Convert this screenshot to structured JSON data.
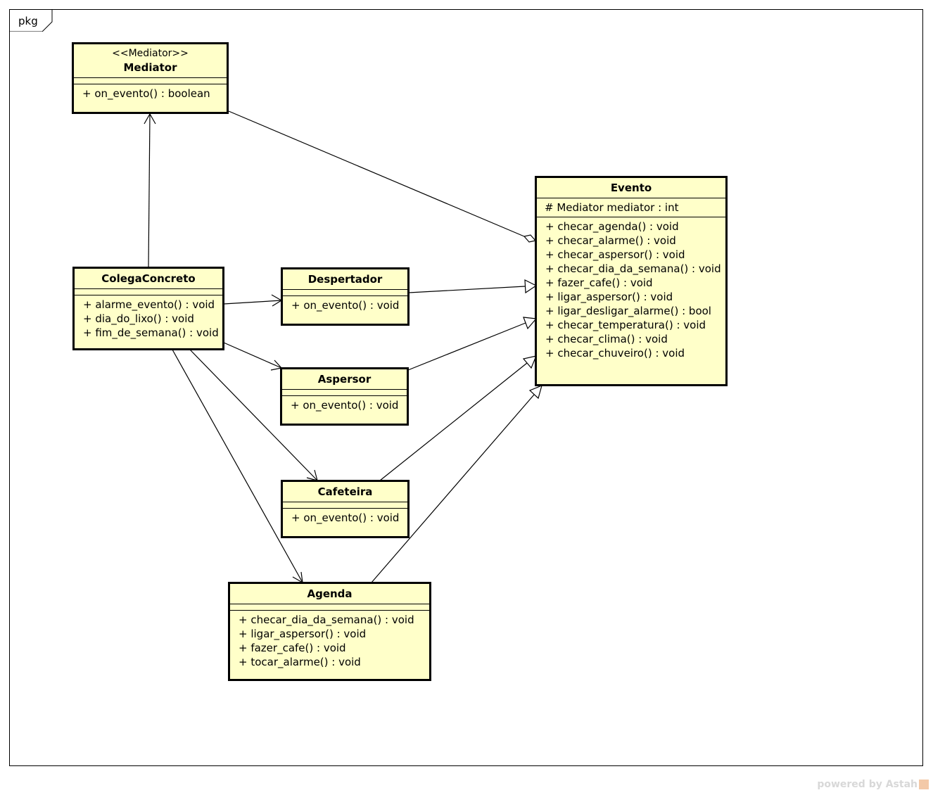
{
  "package": {
    "label": "pkg"
  },
  "classes": {
    "mediator": {
      "stereotype": "<<Mediator>>",
      "name": "Mediator",
      "attributes": [],
      "operations": [
        "+ on_evento() : boolean"
      ]
    },
    "evento": {
      "name": "Evento",
      "attributes": [
        "# Mediator mediator : int"
      ],
      "operations": [
        "+ checar_agenda() : void",
        "+ checar_alarme() : void",
        "+ checar_aspersor() : void",
        "+ checar_dia_da_semana() : void",
        "+ fazer_cafe() : void",
        "+ ligar_aspersor() : void",
        "+ ligar_desligar_alarme() : bool",
        "+ checar_temperatura() : void",
        "+ checar_clima() : void",
        "+ checar_chuveiro() : void"
      ]
    },
    "colega": {
      "name": "ColegaConcreto",
      "attributes": [],
      "operations": [
        "+ alarme_evento() : void",
        "+ dia_do_lixo() : void",
        "+ fim_de_semana() : void"
      ]
    },
    "despertador": {
      "name": "Despertador",
      "attributes": [],
      "operations": [
        "+ on_evento() : void"
      ]
    },
    "aspersor": {
      "name": "Aspersor",
      "attributes": [],
      "operations": [
        "+ on_evento() : void"
      ]
    },
    "cafeteira": {
      "name": "Cafeteira",
      "attributes": [],
      "operations": [
        "+ on_evento() : void"
      ]
    },
    "agenda": {
      "name": "Agenda",
      "attributes": [],
      "operations": [
        "+ checar_dia_da_semana() : void",
        "+ ligar_aspersor() : void",
        "+ fazer_cafe() : void",
        "+ tocar_alarme() : void"
      ]
    }
  },
  "relations": [
    {
      "from": "colega",
      "to": "mediator",
      "kind": "association"
    },
    {
      "from": "mediator",
      "to": "evento",
      "kind": "aggregation"
    },
    {
      "from": "colega",
      "to": "despertador",
      "kind": "association"
    },
    {
      "from": "colega",
      "to": "aspersor",
      "kind": "association"
    },
    {
      "from": "colega",
      "to": "cafeteira",
      "kind": "association"
    },
    {
      "from": "colega",
      "to": "agenda",
      "kind": "association"
    },
    {
      "from": "despertador",
      "to": "evento",
      "kind": "generalization"
    },
    {
      "from": "aspersor",
      "to": "evento",
      "kind": "generalization"
    },
    {
      "from": "cafeteira",
      "to": "evento",
      "kind": "generalization"
    },
    {
      "from": "agenda",
      "to": "evento",
      "kind": "generalization"
    }
  ],
  "watermark": {
    "text": "powered by Astah"
  }
}
